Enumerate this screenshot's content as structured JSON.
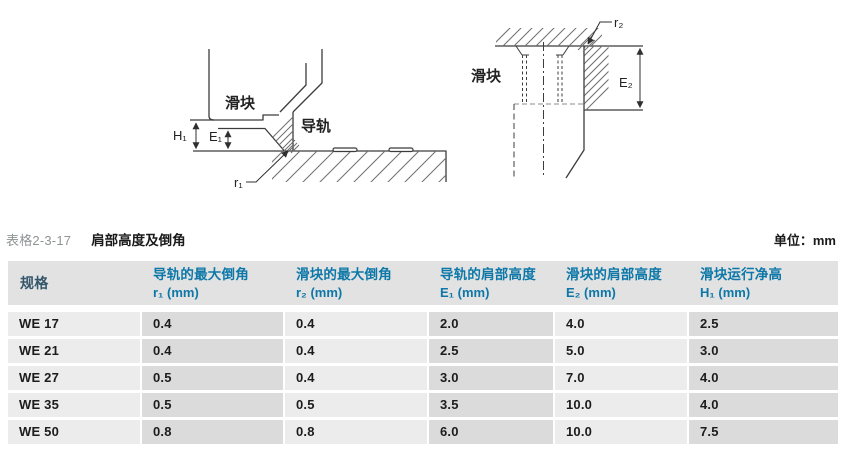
{
  "diagram": {
    "left": {
      "slider_label": "滑块",
      "rail_label": "导轨",
      "h1_label": "H₁",
      "e1_label": "E₁",
      "r1_label": "r₁"
    },
    "right": {
      "slider_label": "滑块",
      "r2_label": "r₂",
      "e2_label": "E₂"
    }
  },
  "caption": {
    "table_no": "表格2-3-17",
    "title": "肩部高度及倒角",
    "unit": "单位：mm"
  },
  "table": {
    "columns": [
      {
        "label": "规格",
        "symbol": ""
      },
      {
        "label": "导轨的最大倒角",
        "symbol": "r₁ (mm)"
      },
      {
        "label": "滑块的最大倒角",
        "symbol": "r₂ (mm)"
      },
      {
        "label": "导轨的肩部高度",
        "symbol": "E₁ (mm)"
      },
      {
        "label": "滑块的肩部高度",
        "symbol": "E₂ (mm)"
      },
      {
        "label": "滑块运行净高",
        "symbol": "H₁ (mm)"
      }
    ],
    "rows": [
      {
        "spec": "WE 17",
        "values": [
          "0.4",
          "0.4",
          "2.0",
          "4.0",
          "2.5"
        ]
      },
      {
        "spec": "WE 21",
        "values": [
          "0.4",
          "0.4",
          "2.5",
          "5.0",
          "3.0"
        ]
      },
      {
        "spec": "WE 27",
        "values": [
          "0.5",
          "0.4",
          "3.0",
          "7.0",
          "4.0"
        ]
      },
      {
        "spec": "WE 35",
        "values": [
          "0.5",
          "0.5",
          "3.5",
          "10.0",
          "4.0"
        ]
      },
      {
        "spec": "WE 50",
        "values": [
          "0.8",
          "0.8",
          "6.0",
          "10.0",
          "7.5"
        ]
      }
    ]
  },
  "colors": {
    "accent_blue": "#0d78a8",
    "spec_header_text": "#33566b",
    "header_bg": "#e2e2e2",
    "cell_light": "#ececec",
    "cell_dark": "#dbdbdb",
    "body_text": "#1c1c1c",
    "caption_gray": "#8f9394"
  }
}
